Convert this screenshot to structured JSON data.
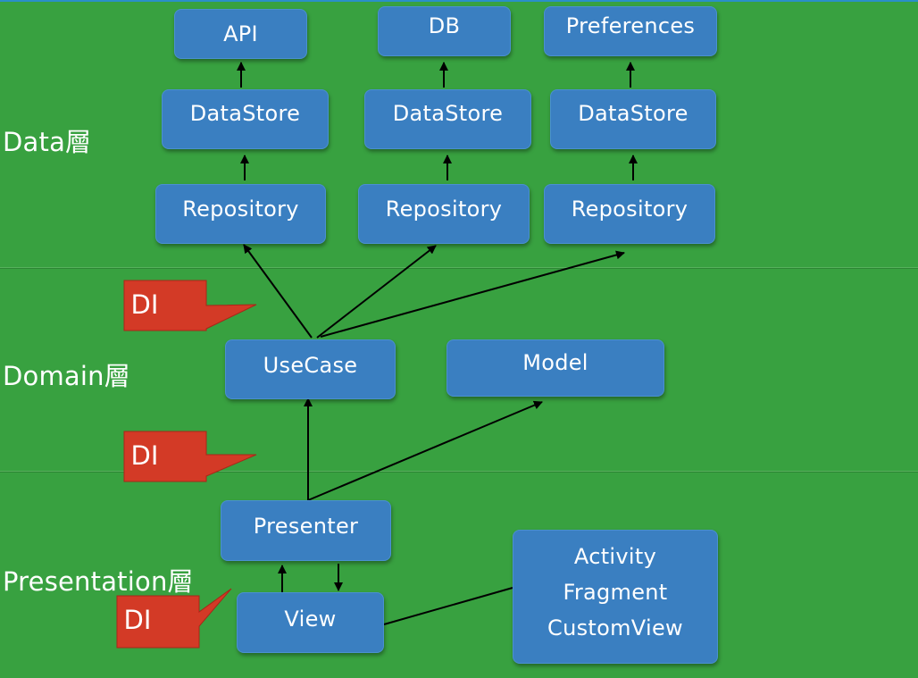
{
  "layers": {
    "data": "Data層",
    "domain": "Domain層",
    "presentation": "Presentation層"
  },
  "data_layer": {
    "sources": [
      "API",
      "DB",
      "Preferences"
    ],
    "datastores": [
      "DataStore",
      "DataStore",
      "DataStore"
    ],
    "repositories": [
      "Repository",
      "Repository",
      "Repository"
    ]
  },
  "domain_layer": {
    "usecase": "UseCase",
    "model": "Model"
  },
  "presentation_layer": {
    "presenter": "Presenter",
    "view": "View",
    "platform_components": [
      "Activity",
      "Fragment",
      "CustomView"
    ]
  },
  "di_markers": [
    "DI",
    "DI",
    "DI"
  ],
  "colors": {
    "background": "#38a140",
    "box": "#3a7fc1",
    "di_callout": "#d33a26",
    "arrow": "#000000"
  }
}
